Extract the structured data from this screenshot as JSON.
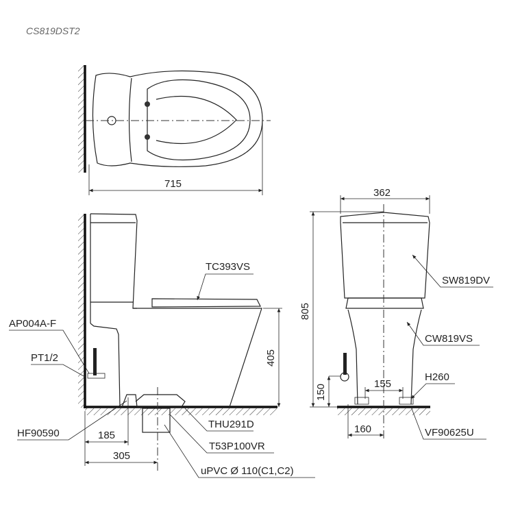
{
  "title": "CS819DST2",
  "top_view": {
    "width_dim": "715"
  },
  "side_view": {
    "seat_label": "TC393VS",
    "valve_label": "AP004A-F",
    "thread_label": "PT1/2",
    "hose_label": "HF90590",
    "flange_label": "THU291D",
    "pipe_adapter_label": "T53P100VR",
    "pipe_label": "uPVC Ø 110(C1,C2)",
    "seat_height_dim": "405",
    "dim_185": "185",
    "dim_305": "305"
  },
  "front_view": {
    "width_dim": "362",
    "height_dim": "805",
    "tank_label": "SW819DV",
    "bowl_label": "CW819VS",
    "bolt_label": "H260",
    "fixing_label": "VF90625U",
    "dim_150": "150",
    "dim_155": "155",
    "dim_160": "160"
  }
}
